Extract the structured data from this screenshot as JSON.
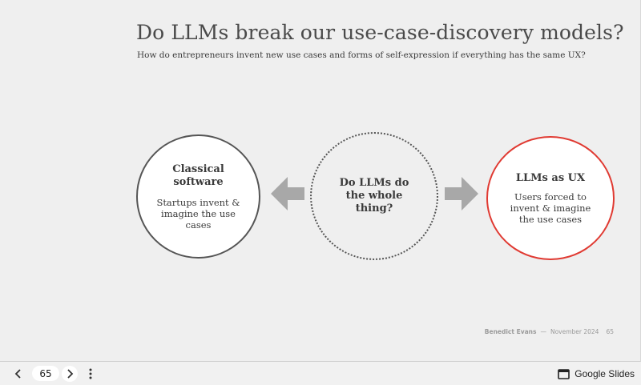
{
  "slide": {
    "title": "Do LLMs break our use-case-discovery models?",
    "subtitle": "How do entrepreneurs invent new use cases and forms of self-expression if everything has the same UX?",
    "circles": [
      {
        "heading": "Classical software",
        "body": "Startups invent & imagine the use cases"
      },
      {
        "heading": "Do LLMs do the whole thing?",
        "body": ""
      },
      {
        "heading": "LLMs as UX",
        "body": "Users forced to invent & imagine the use cases"
      }
    ],
    "footer": {
      "author": "Benedict Evans",
      "separator": "—",
      "date": "November 2024",
      "page": "65"
    }
  },
  "toolbar": {
    "current_page": "65",
    "prev_icon": "chevron-left-icon",
    "next_icon": "chevron-right-icon",
    "more_icon": "more-vert-icon",
    "app_link_label": "Google Slides",
    "app_icon": "slides-icon"
  },
  "colors": {
    "background": "#efefef",
    "text": "#3a3a3a",
    "accent_red": "#e03a32",
    "arrow_gray": "#a8a8a8",
    "footer_gray": "#9a9a9a"
  }
}
